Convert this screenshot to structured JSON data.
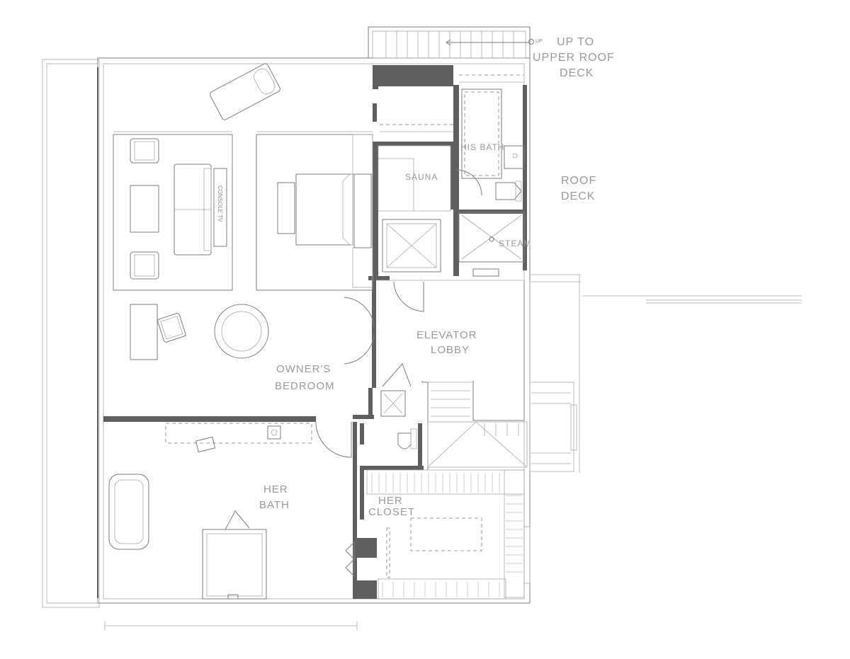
{
  "rooms": {
    "up_to_roof": [
      "UP TO",
      "UPPER ROOF",
      "DECK"
    ],
    "roof_deck": [
      "ROOF",
      "DECK"
    ],
    "his_bath": "HIS BATH",
    "sauna": "SAUNA",
    "steam": "STEAM",
    "elevator_lobby": [
      "ELEVATOR",
      "LOBBY"
    ],
    "owners_bedroom": [
      "OWNER'S",
      "BEDROOM"
    ],
    "her_bath": [
      "HER",
      "BATH"
    ],
    "her_closet": [
      "HER",
      "CLOSET"
    ]
  },
  "notes": {
    "up_marker": "UP",
    "console": "CONSOLE TV"
  }
}
